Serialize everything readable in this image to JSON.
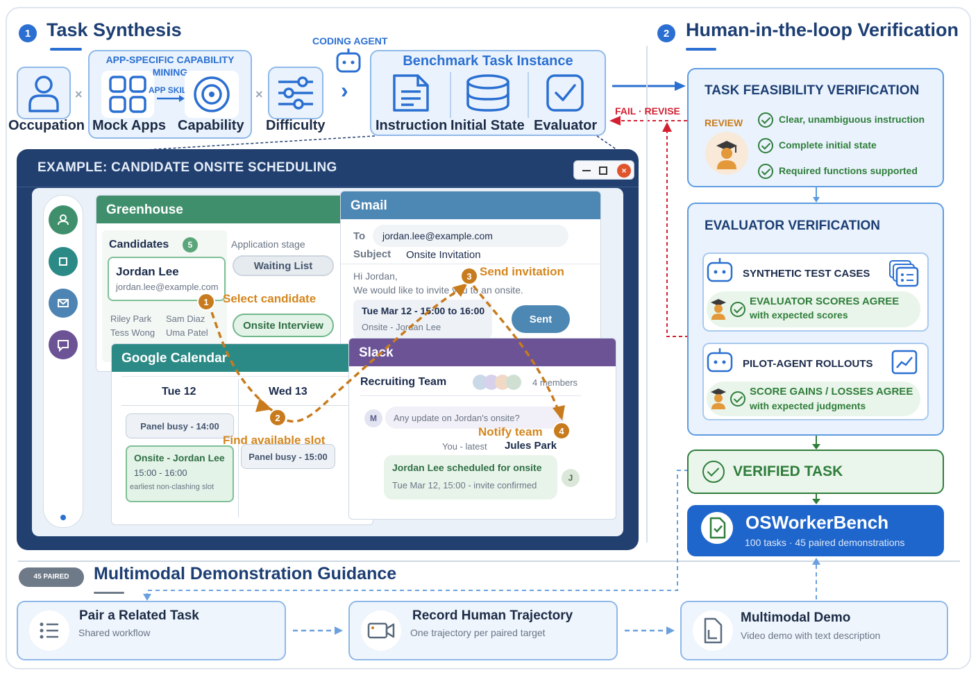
{
  "synthesis": {
    "num": "1",
    "title": "Task Synthesis",
    "capability_mining_label": "APP-SPECIFIC CAPABILITY MINING",
    "app_skill": "APP SKILL",
    "coding_agent": "CODING AGENT",
    "times_sign": "×",
    "arrow_sign": "›",
    "steps": [
      {
        "label": "Occupation",
        "icon": "person-icon"
      },
      {
        "label": "Mock Apps",
        "icon": "apps-grid-icon"
      },
      {
        "label": "Capability",
        "icon": "target-icon"
      },
      {
        "label": "Difficulty",
        "icon": "sliders-icon"
      }
    ],
    "benchmark": {
      "title": "Benchmark Task Instance",
      "items": [
        "Instruction",
        "Initial State",
        "Evaluator"
      ]
    }
  },
  "example": {
    "title": "EXAMPLE: CANDIDATE ONSITE SCHEDULING",
    "greenhouse": {
      "header": "Greenhouse",
      "candidates_label": "Candidates",
      "candidates_count": "5",
      "app_stage_label": "Application stage",
      "selected_name": "Jordan Lee",
      "selected_email": "jordan.lee@example.com",
      "others": [
        "Riley Park",
        "Sam Diaz",
        "Tess Wong",
        "Uma Patel"
      ],
      "stage_waiting": "Waiting List",
      "stage_onsite": "Onsite Interview"
    },
    "gmail": {
      "header": "Gmail",
      "to_label": "To",
      "to_value": "jordan.lee@example.com",
      "subject_label": "Subject",
      "subject_value": "Onsite Invitation",
      "body_line1": "Hi Jordan,",
      "body_line2": "We would like to invite you to an onsite.",
      "event_time": "Tue Mar 12 - 15:00 to 16:00",
      "event_title": "Onsite - Jordan Lee",
      "sent_button": "Sent"
    },
    "calendar": {
      "header": "Google Calendar",
      "day1": "Tue 12",
      "day2": "Wed 13",
      "busy1": "Panel busy - 14:00",
      "busy2": "Panel busy - 15:00",
      "slot_title": "Onsite - Jordan Lee",
      "slot_time": "15:00 - 16:00",
      "slot_note": "earliest non-clashing slot"
    },
    "slack": {
      "header": "Slack",
      "channel": "Recruiting Team",
      "members": "4 members",
      "msg_avatar": "M",
      "msg_text": "Any update on Jordan's onsite?",
      "you_latest": "You - latest",
      "reply_name": "Jules Park",
      "reply_title": "Jordan Lee scheduled for onsite",
      "reply_detail": "Tue Mar 12, 15:00 - invite confirmed",
      "reply_avatar": "J"
    },
    "steps": [
      {
        "num": "1",
        "label": "Select candidate"
      },
      {
        "num": "2",
        "label": "Find available slot"
      },
      {
        "num": "3",
        "label": "Send invitation"
      },
      {
        "num": "4",
        "label": "Notify team"
      }
    ]
  },
  "verification": {
    "num": "2",
    "title": "Human-in-the-loop Verification",
    "fail_revise": "FAIL · REVISE",
    "feasibility": {
      "title": "TASK FEASIBILITY VERIFICATION",
      "review": "REVIEW",
      "checks": [
        "Clear, unambiguous instruction",
        "Complete initial state",
        "Required functions supported"
      ]
    },
    "evaluator": {
      "title": "EVALUATOR VERIFICATION",
      "synthetic_title": "SYNTHETIC TEST CASES",
      "synthetic_l1": "EVALUATOR SCORES AGREE",
      "synthetic_l2": "with expected scores",
      "pilot_title": "PILOT-AGENT ROLLOUTS",
      "pilot_l1": "SCORE GAINS / LOSSES AGREE",
      "pilot_l2": "with expected judgments"
    },
    "verified": "VERIFIED TASK",
    "bench_name": "OSWorkerBench",
    "bench_sub": "100 tasks · 45 paired demonstrations"
  },
  "demo": {
    "badge": "45 PAIRED",
    "title": "Multimodal Demonstration Guidance",
    "boxes": [
      {
        "title": "Pair a Related Task",
        "sub": "Shared workflow",
        "icon": "list-icon"
      },
      {
        "title": "Record Human Trajectory",
        "sub": "One trajectory per paired target",
        "icon": "video-camera-icon"
      },
      {
        "title": "Multimodal Demo",
        "sub": "Video demo with text description",
        "icon": "document-icon"
      }
    ]
  },
  "colors": {
    "accent": "#2a6fd1",
    "navy": "#22406f",
    "orange": "#c87b1d",
    "green": "#2f7d3a",
    "red": "#d32030"
  }
}
